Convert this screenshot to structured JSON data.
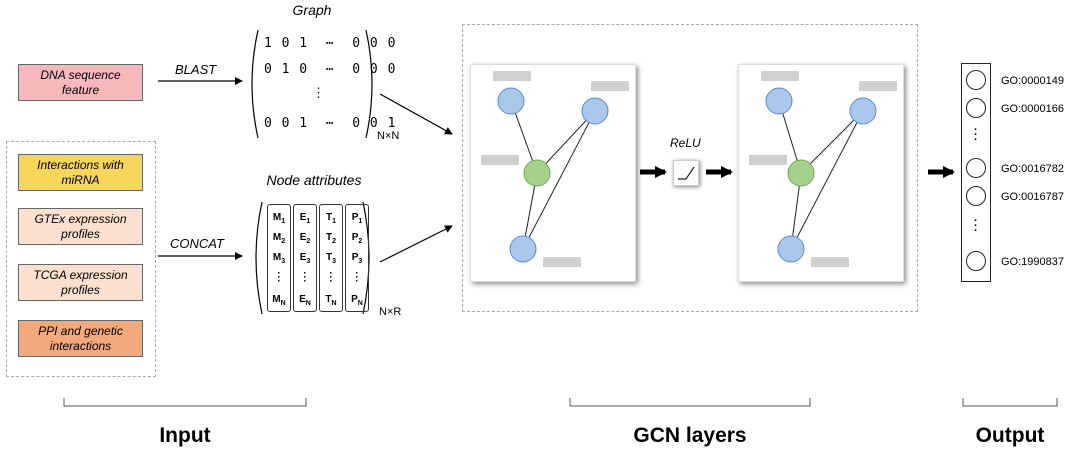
{
  "diagram": {
    "input_features": {
      "dna": "DNA sequence feature",
      "mirna": "Interactions with miRNA",
      "gtex": "GTEx expression profiles",
      "tcga": "TCGA expression profiles",
      "ppi": "PPI and genetic interactions"
    },
    "edges": {
      "blast": "BLAST",
      "concat": "CONCAT"
    },
    "graph": {
      "title": "Graph",
      "rows": [
        "1 0 1  ⋯  0 0 0",
        "0 1 0  ⋯  0 0 0",
        "⋮",
        "0 0 1  ⋯  0 0 1"
      ],
      "dim": "N×N"
    },
    "node_attributes": {
      "title": "Node attributes",
      "dim": "N×R",
      "columns": [
        {
          "letter": "M",
          "subs": [
            "1",
            "2",
            "3",
            "N"
          ]
        },
        {
          "letter": "E",
          "subs": [
            "1",
            "2",
            "3",
            "N"
          ]
        },
        {
          "letter": "T",
          "subs": [
            "1",
            "2",
            "3",
            "N"
          ]
        },
        {
          "letter": "P",
          "subs": [
            "1",
            "2",
            "3",
            "N"
          ]
        }
      ]
    },
    "activation": "ReLU",
    "output_labels": [
      "GO:0000149",
      "GO:0000166",
      "GO:0016782",
      "GO:0016787",
      "GO:1990837"
    ],
    "sections": {
      "input": "Input",
      "gcn": "GCN layers",
      "output": "Output"
    },
    "colors": {
      "node_blue": "#a9c8ec",
      "node_green": "#a7d08c",
      "dna_box": "#f7b8bc",
      "mirna_box": "#f5d65a",
      "expr_box": "#fbe0cf",
      "ppi_box": "#f2a97b"
    }
  }
}
